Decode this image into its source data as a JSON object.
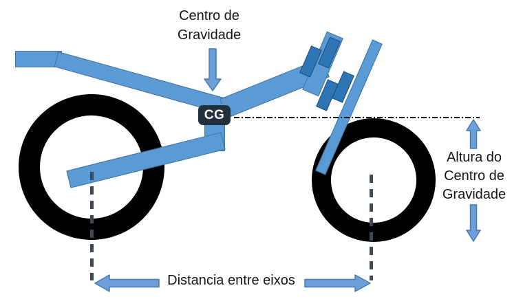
{
  "labels": {
    "center_of_gravity": {
      "line1": "Centro de",
      "line2": "Gravidade"
    },
    "cg_badge": "CG",
    "cg_height": {
      "line1": "Altura do",
      "line2": "Centro de",
      "line3": "Gravidade"
    },
    "wheelbase": "Distancia entre eixos"
  },
  "colors": {
    "frame_blue": "#5B9BD5",
    "frame_border": "#41719C",
    "clamp_blue": "#2E75B6",
    "arrow_blue": "#6CA0D8",
    "wheel_black": "#000000",
    "cg_badge_background": "#222F3D",
    "dashed_line": "#3A4A5C",
    "text": "#161616"
  }
}
